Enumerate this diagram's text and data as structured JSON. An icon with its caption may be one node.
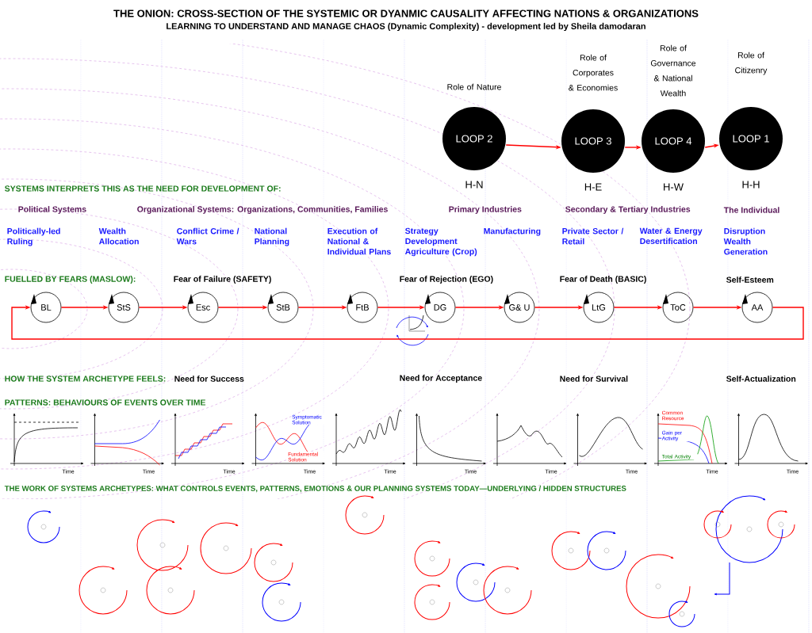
{
  "diagram": {
    "title": "THE ONION: CROSS-SECTION OF THE SYSTEMIC OR DYANMIC CAUSALITY AFFECTING NATIONS & ORGANIZATIONS",
    "nodes": [
      {
        "text": [
          "LOOP 2"
        ],
        "beside": [
          "Role of Nature",
          "H-N"
        ]
      },
      {
        "text": [
          "LOOP 3"
        ],
        "beside": [
          "Role of Corporates & Economies",
          "H-E"
        ]
      },
      {
        "text": [
          "LOOP 4"
        ],
        "beside": [
          "Role of Governance & National Wealth",
          "H-W"
        ]
      },
      {
        "text": [
          "LOOP 1"
        ],
        "beside": [
          "Role of Citizenry",
          "H-H"
        ]
      },
      {
        "text": [
          "BL"
        ]
      },
      {
        "text": [
          "StS"
        ]
      },
      {
        "text": [
          "Esc"
        ]
      },
      {
        "text": [
          "StB"
        ]
      },
      {
        "text": [
          "FtB"
        ]
      },
      {
        "text": [
          "DG"
        ]
      },
      {
        "text": [
          "G& U"
        ]
      },
      {
        "text": [
          "LtG"
        ]
      },
      {
        "text": [
          "ToC"
        ]
      },
      {
        "text": [
          "AA"
        ]
      }
    ],
    "edges": [
      {
        "from": 0,
        "to": 1,
        "arrow": "to"
      },
      {
        "from": 1,
        "to": 2,
        "arrow": "to"
      },
      {
        "from": 2,
        "to": 3,
        "arrow": "to"
      },
      {
        "from": 4,
        "to": 5,
        "arrow": "to"
      },
      {
        "from": 5,
        "to": 6,
        "arrow": "to"
      },
      {
        "from": 6,
        "to": 7,
        "arrow": "to"
      },
      {
        "from": 7,
        "to": 8,
        "arrow": "to"
      },
      {
        "from": 8,
        "to": 9,
        "arrow": "to"
      },
      {
        "from": 9,
        "to": 10,
        "arrow": "to"
      },
      {
        "from": 10,
        "to": 11,
        "arrow": "to"
      },
      {
        "from": 11,
        "to": 12,
        "arrow": "to"
      },
      {
        "from": 12,
        "to": 13,
        "arrow": "to"
      },
      {
        "from": 13,
        "to": 4,
        "arrow": "to"
      }
    ],
    "labels": [
      "LEARNING TO UNDERSTAND AND MANAGE CHAOS (Dynamic Complexity) - development led by Sheila damodaran",
      "SYSTEMS INTERPRETS THIS AS THE NEED FOR DEVELOPMENT OF:",
      "Political Systems",
      "Organizational Systems: Organizations, Communities, Families",
      "Primary Industries",
      "Secondary & Tertiary Industries",
      "The Individual",
      "Politically-led Ruling",
      "Wealth Allocation",
      "Conflict Crime / Wars",
      "National Planning",
      "Execution of National & Individual Plans",
      "Strategy Development Agriculture (Crop)",
      "Manufacturing",
      "Private Sector / Retail",
      "Water & Energy Desertification",
      "Disruption Wealth Generation",
      "FUELLED BY FEARS (MASLOW):",
      "Fear of Failure (SAFETY)",
      "Fear of Rejection (EGO)",
      "Fear of Death (BASIC)",
      "Self-Esteem",
      "HOW THE SYSTEM ARCHETYPE FEELS:",
      "Need for Success",
      "Need for Acceptance",
      "Need for Survival",
      "Self-Actualization",
      "PATTERNS: BEHAVIOURS OF EVENTS OVER TIME",
      "Time",
      "Time",
      "Time",
      "Symptomatic Solution",
      "Fundamental Solution",
      "Time",
      "Time",
      "Time",
      "Time",
      "Time",
      "Common Resource",
      "Gain per Activity",
      "Total Activity",
      "Time",
      "Time",
      "THE WORK OF SYSTEMS ARCHETYPES:  WHAT CONTROLS EVENTS, PATTERNS, EMOTIONS & OUR PLANNING SYSTEMS TODAY—UNDERLYING / HIDDEN STRUCTURES"
    ]
  }
}
